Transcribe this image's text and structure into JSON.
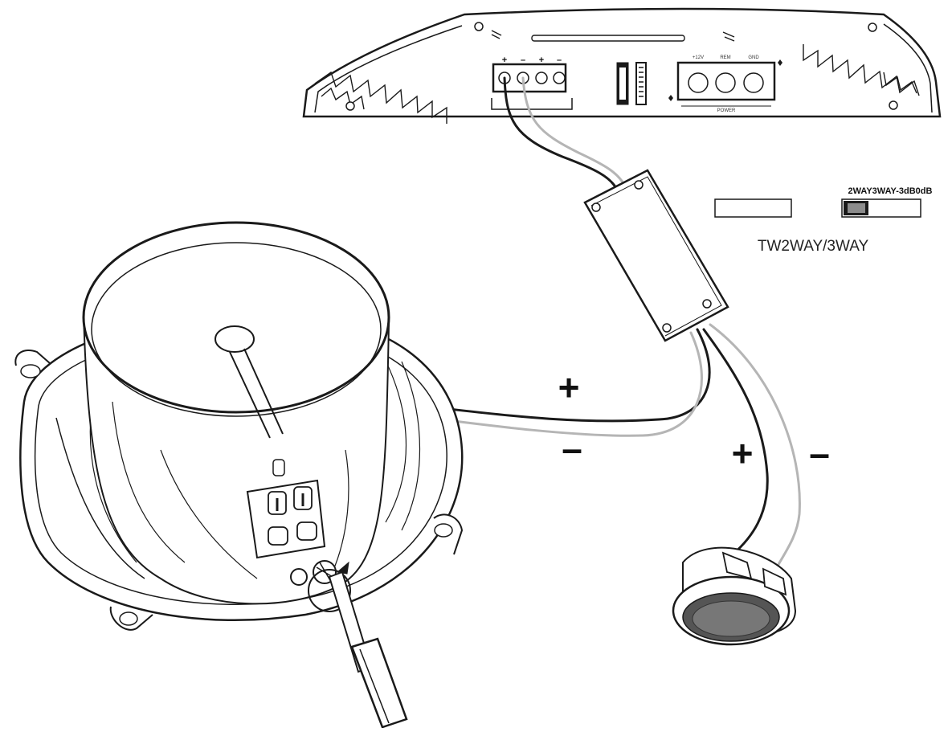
{
  "diagram": {
    "amplifier": {
      "terminal_marks": [
        "+",
        "–",
        "+",
        "–"
      ],
      "power_labels": [
        "+12V",
        "REM",
        "GND"
      ],
      "power_caption": "POWER"
    },
    "crossover": {
      "switch_row_label": "2WAY3WAY-3dB0dB",
      "tweeter_switch_label": "TW2WAY/3WAY"
    },
    "woofer_connection": {
      "plus": "+",
      "minus": "–"
    },
    "tweeter_connection": {
      "plus": "+",
      "minus": "–"
    },
    "colors": {
      "line": "#1a1a1a",
      "light_wire": "#b5b5b5",
      "switch_knob": "#8c8c8c"
    }
  }
}
